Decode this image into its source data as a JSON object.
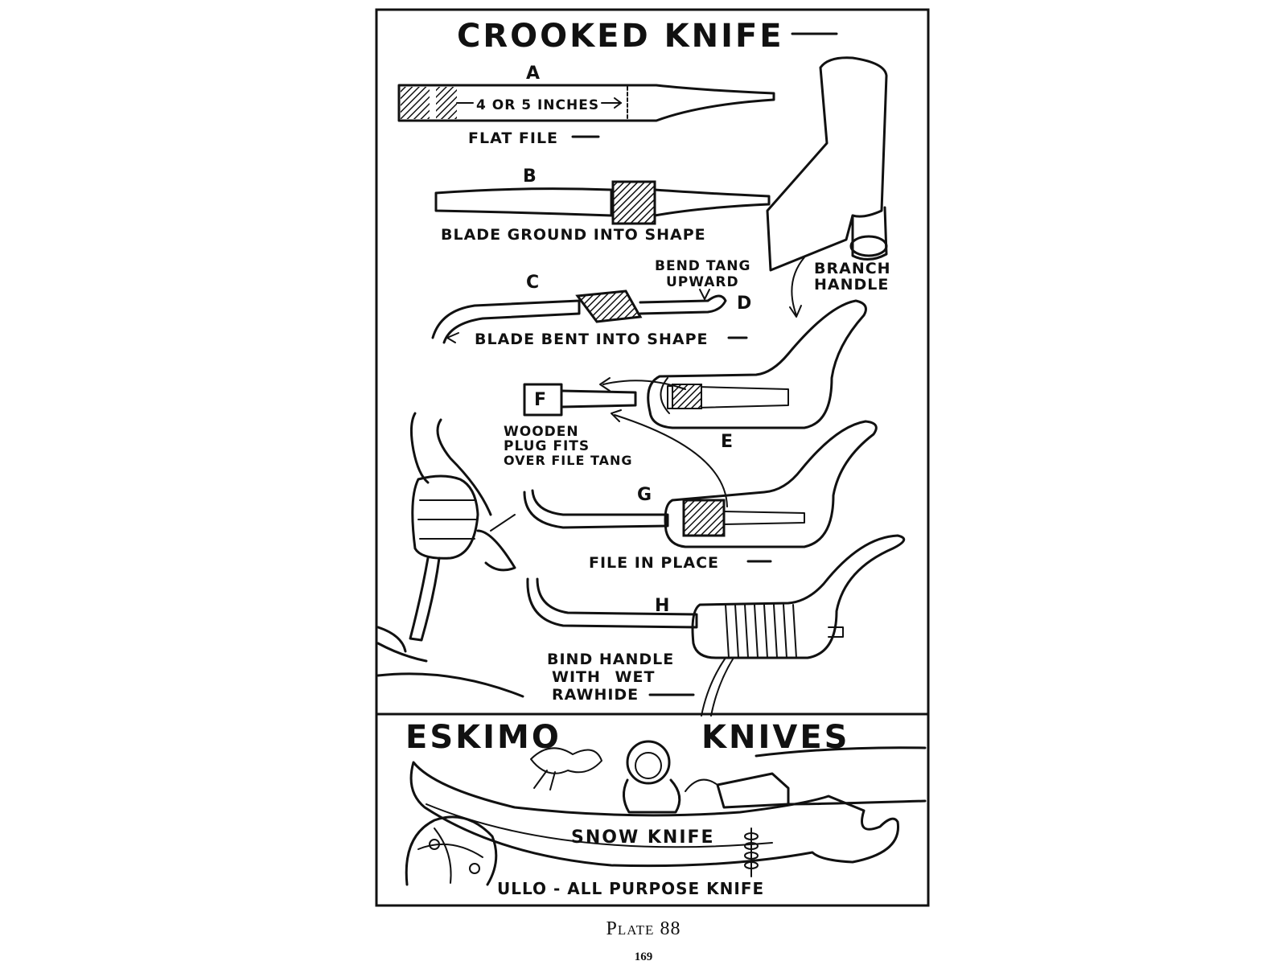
{
  "plate": {
    "title": "Crooked Knife",
    "sections": {
      "eskimo_title_left": "Eskimo",
      "eskimo_title_right": "Knives"
    },
    "letters": {
      "a": "A",
      "b": "B",
      "c": "C",
      "d": "D",
      "e": "E",
      "f": "F",
      "g": "G",
      "h": "H"
    },
    "labels": {
      "four_or_five": "4 or 5 inches",
      "flat_file": "Flat file",
      "blade_ground": "Blade ground into shape",
      "bend_tang_1": "Bend tang",
      "bend_tang_2": "upward",
      "branch_1": "Branch",
      "branch_2": "handle",
      "blade_bent": "Blade bent into shape",
      "wooden_1": "Wooden",
      "wooden_2": "plug fits",
      "wooden_3": "over file tang",
      "file_in_place": "File in place",
      "bind_1": "Bind handle",
      "bind_2": "with wet",
      "bind_3": "rawhide",
      "snow_knife": "Snow knife",
      "ullo": "Ullo - all purpose knife"
    },
    "caption": "Plate 88",
    "page_number": "169"
  }
}
